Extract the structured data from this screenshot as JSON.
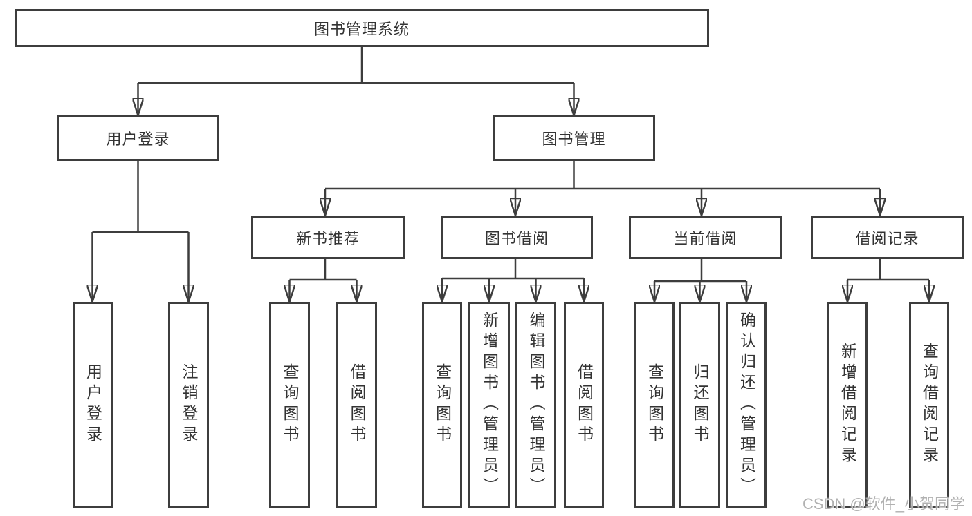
{
  "diagram": {
    "root": {
      "label": "图书管理系统"
    },
    "branches": [
      {
        "label": "用户登录"
      },
      {
        "label": "图书管理"
      }
    ],
    "modules": [
      {
        "label": "新书推荐",
        "parent": "图书管理"
      },
      {
        "label": "图书借阅",
        "parent": "图书管理"
      },
      {
        "label": "当前借阅",
        "parent": "图书管理"
      },
      {
        "label": "借阅记录",
        "parent": "图书管理"
      }
    ],
    "leaves": [
      {
        "label": "用户登录",
        "parent": "用户登录"
      },
      {
        "label": "注销登录",
        "parent": "用户登录"
      },
      {
        "label": "查询图书",
        "parent": "新书推荐"
      },
      {
        "label": "借阅图书",
        "parent": "新书推荐"
      },
      {
        "label": "查询图书",
        "parent": "图书借阅"
      },
      {
        "label": "新增图书（管理员）",
        "parent": "图书借阅"
      },
      {
        "label": "编辑图书（管理员）",
        "parent": "图书借阅"
      },
      {
        "label": "借阅图书",
        "parent": "图书借阅"
      },
      {
        "label": "查询图书",
        "parent": "当前借阅"
      },
      {
        "label": "归还图书",
        "parent": "当前借阅"
      },
      {
        "label": "确认归还（管理员）",
        "parent": "当前借阅"
      },
      {
        "label": "新增借阅记录",
        "parent": "借阅记录"
      },
      {
        "label": "查询借阅记录",
        "parent": "借阅记录"
      }
    ],
    "colors": {
      "line": "#3d3d3d",
      "text": "#333333",
      "background": "#ffffff",
      "watermark": "#a8a8a8"
    }
  },
  "watermark": {
    "text": "CSDN @软件_小贺同学"
  }
}
